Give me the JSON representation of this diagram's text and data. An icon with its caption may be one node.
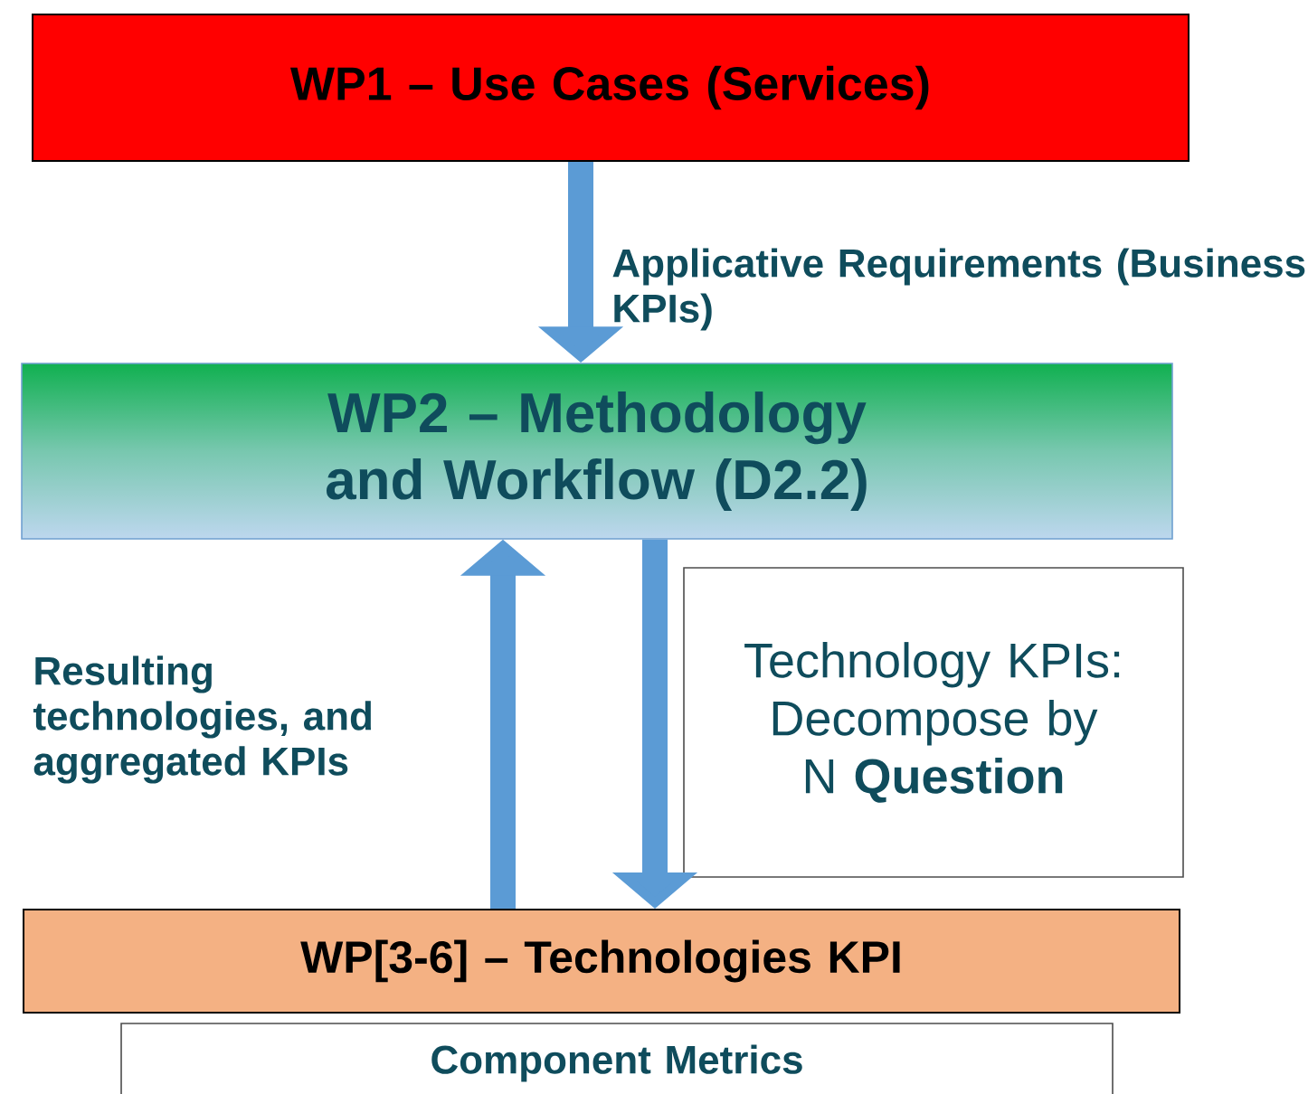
{
  "diagram": {
    "nodes": [
      {
        "text": [
          "WP1 – Use Cases (Services)"
        ]
      },
      {
        "text": [
          "WP2 – Methodology and Workflow (D2.2)"
        ]
      },
      {
        "text": [
          "WP[3-6] – Technologies KPI"
        ]
      },
      {
        "text": [
          "Technology KPIs: Decompose by N **Question**"
        ]
      },
      {
        "text": [
          "Component Metrics"
        ]
      }
    ],
    "edges": [
      {
        "from": 0,
        "to": 1,
        "arrow": "to",
        "label": "Applicative Requirements (Business KPIs)"
      },
      {
        "from": 2,
        "to": 1,
        "arrow": "to",
        "label": "Resulting technologies, and aggregated KPIs"
      },
      {
        "from": 1,
        "to": 2,
        "arrow": "to"
      }
    ]
  }
}
